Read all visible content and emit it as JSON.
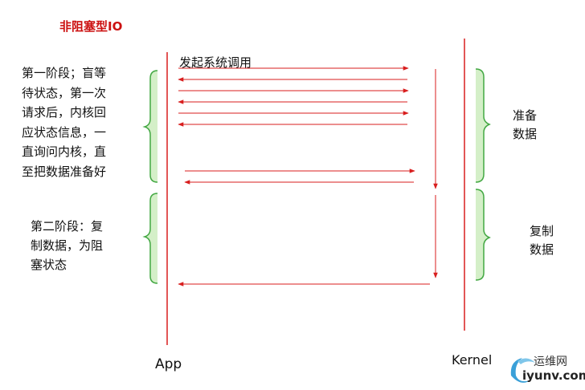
{
  "title": "非阻塞型IO",
  "stage1": {
    "lines": [
      "第一阶段；盲等",
      "待状态，第一次",
      "请求后，内核回",
      "应状态信息，一",
      "直询问内核，直",
      "至把数据准备好"
    ]
  },
  "stage2": {
    "lines": [
      "第二阶段：复",
      "制数据，为阻",
      "塞状态"
    ]
  },
  "syscall_label": "发起系统调用",
  "prepare": {
    "lines": [
      "准备",
      "数据"
    ]
  },
  "copy": {
    "lines": [
      "复制",
      "数据"
    ]
  },
  "app_label": "App",
  "kernel_label": "Kernel",
  "watermark": {
    "cn": "运维网",
    "en": "iyunv.com",
    "logo": "swoosh-logo"
  },
  "colors": {
    "arrow": "#d81e1e",
    "brace": "#43a843",
    "brace_fill": "#d4efc8",
    "title": "#cc1111"
  }
}
